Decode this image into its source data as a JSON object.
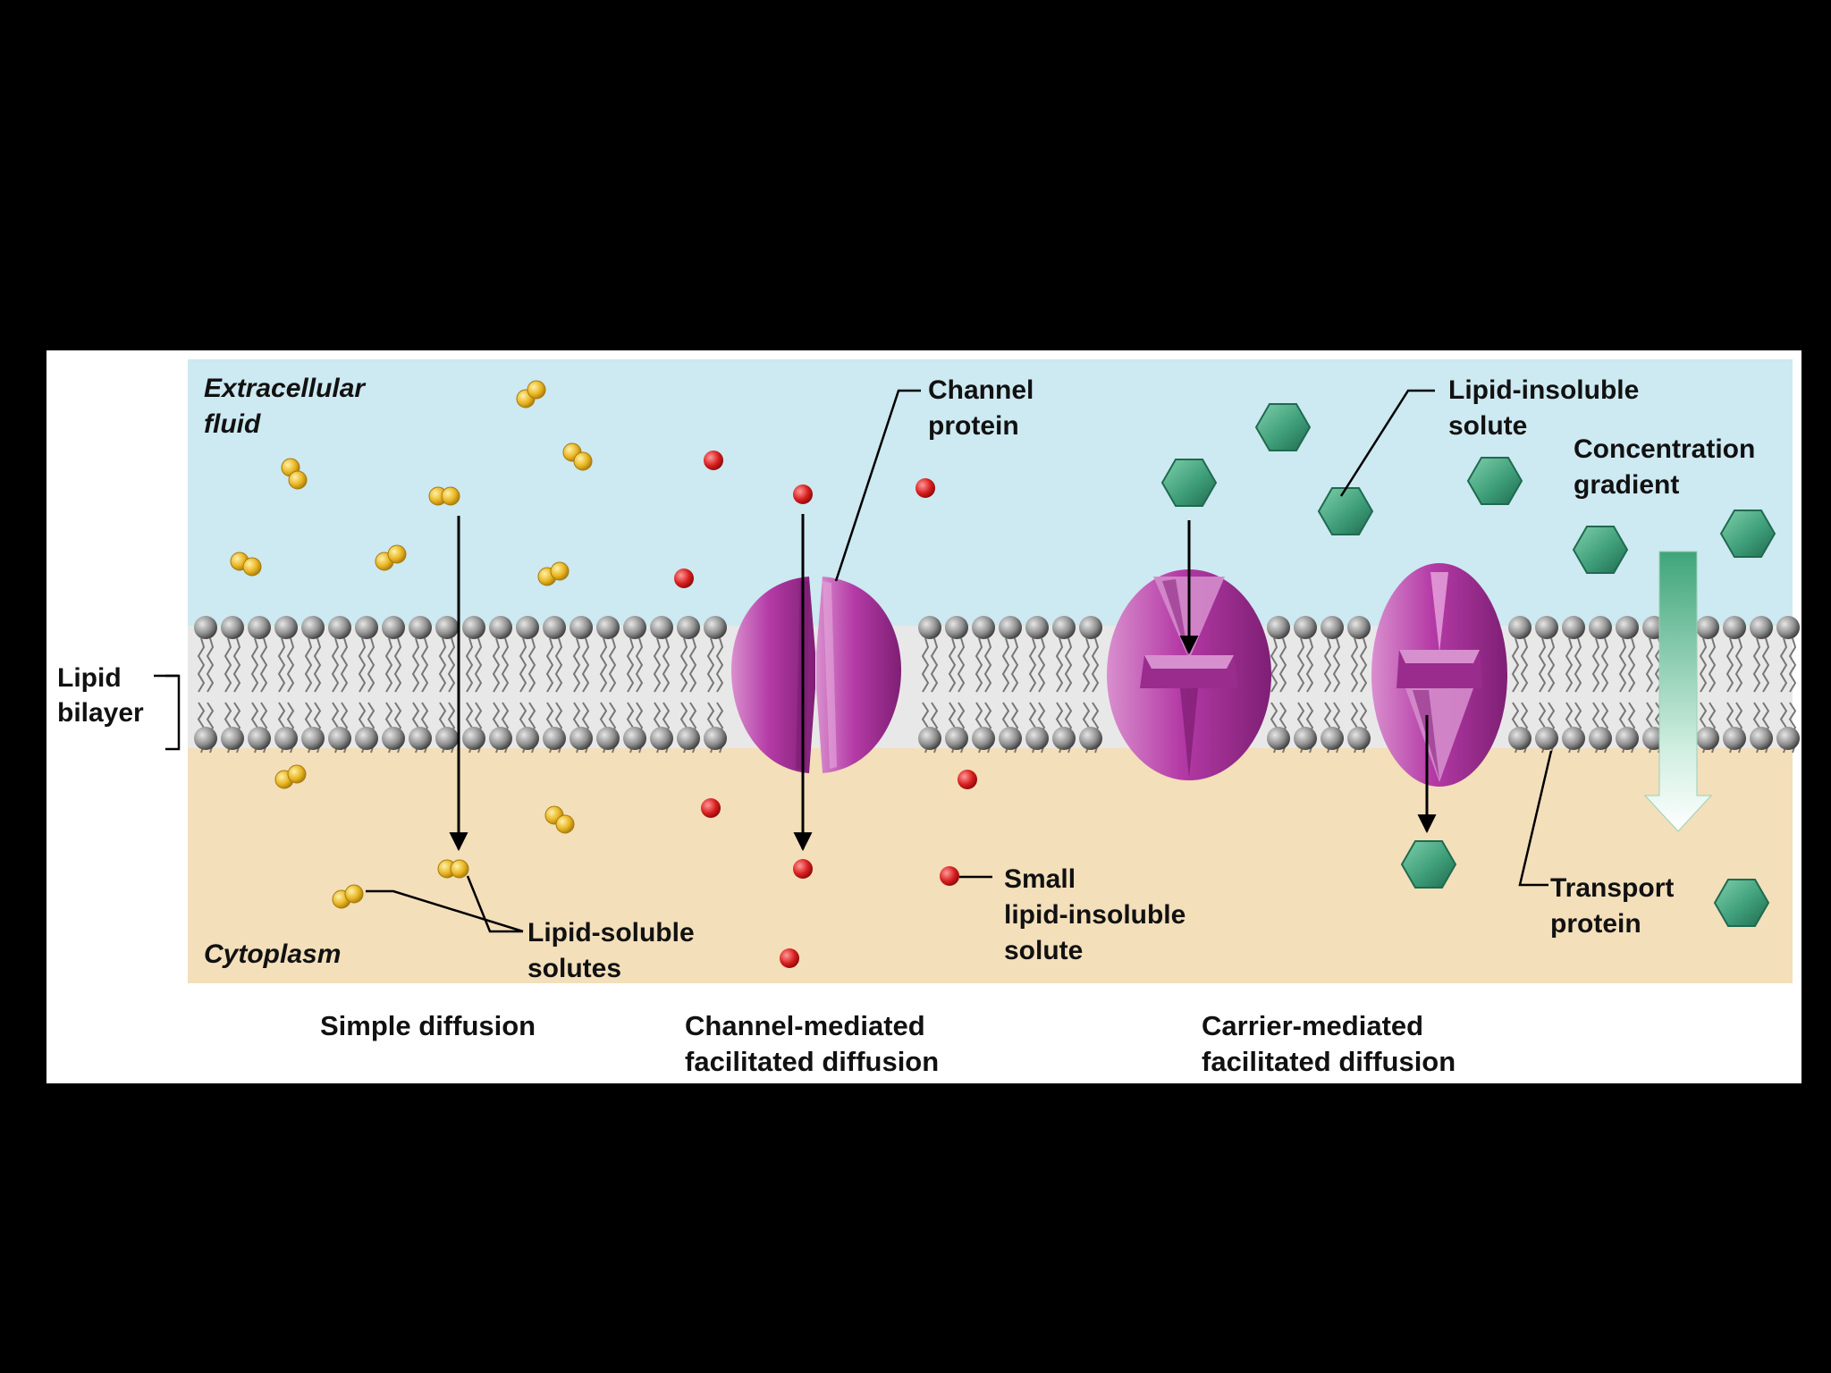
{
  "labels": {
    "extracellular_line1": "Extracellular",
    "extracellular_line2": "fluid",
    "cytoplasm": "Cytoplasm",
    "lipid_bilayer_line1": "Lipid",
    "lipid_bilayer_line2": "bilayer",
    "channel_protein_line1": "Channel",
    "channel_protein_line2": "protein",
    "lipid_insoluble_solute_line1": "Lipid-insoluble",
    "lipid_insoluble_solute_line2": "solute",
    "concentration_gradient_line1": "Concentration",
    "concentration_gradient_line2": "gradient",
    "transport_protein_line1": "Transport",
    "transport_protein_line2": "protein",
    "small_solute_line1": "Small",
    "small_solute_line2": "lipid-insoluble",
    "small_solute_line3": "solute",
    "lipid_soluble_solutes_line1": "Lipid-soluble",
    "lipid_soluble_solutes_line2": "solutes"
  },
  "captions": {
    "simple_diffusion": "Simple diffusion",
    "channel_mediated_line1": "Channel-mediated",
    "channel_mediated_line2": "facilitated diffusion",
    "carrier_mediated_line1": "Carrier-mediated",
    "carrier_mediated_line2": "facilitated diffusion"
  },
  "colors": {
    "extracellular": "#cde9f1",
    "cytoplasm": "#f3dfba",
    "lipid_head": "#8f8f8f",
    "protein": "#b43aa6",
    "lipid_soluble_solute": "#e8b521",
    "small_solute": "#d81e1e",
    "lipid_insoluble_solute": "#3f9f7a",
    "gradient_arrow": "#3fa57a"
  }
}
